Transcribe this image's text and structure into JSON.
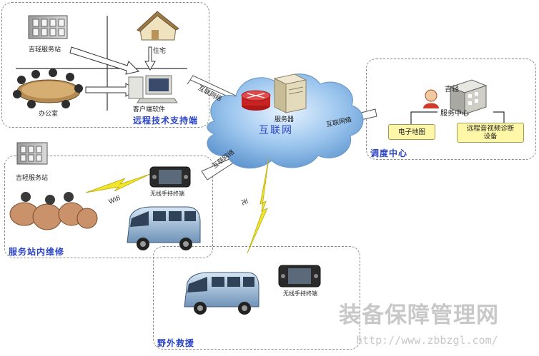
{
  "cloud": {
    "label": "互联网",
    "server_label": "服务器"
  },
  "panels": {
    "remote": {
      "caption": "远程技术支持端",
      "station": "吉轻服务站",
      "house": "住宅",
      "office": "办公室",
      "client": "客户端软件"
    },
    "dispatch": {
      "caption": "调度中心",
      "center_line1": "吉轻",
      "center_line2": "服务中心",
      "map": "电子地图",
      "av_line1": "远程音视频诊断",
      "av_line2": "设备"
    },
    "station": {
      "caption": "服务站内维修",
      "station": "吉轻服务站",
      "handheld": "无线手持终端"
    },
    "field": {
      "caption": "野外救援",
      "handheld": "无线手持终端"
    }
  },
  "links": {
    "internet_left": "互联网络",
    "internet_right": "互联网络",
    "internet_station": "互联网络",
    "wifi": "Wifi",
    "wireless": "无"
  },
  "watermark": {
    "title": "装备保障管理网",
    "url": "http://www.zbbzgl.com/"
  },
  "colors": {
    "caption": "#2a44c8",
    "cloud": "#7fb2e4",
    "note_fill": "#fff7a8",
    "bolt": "#f2e62b"
  }
}
